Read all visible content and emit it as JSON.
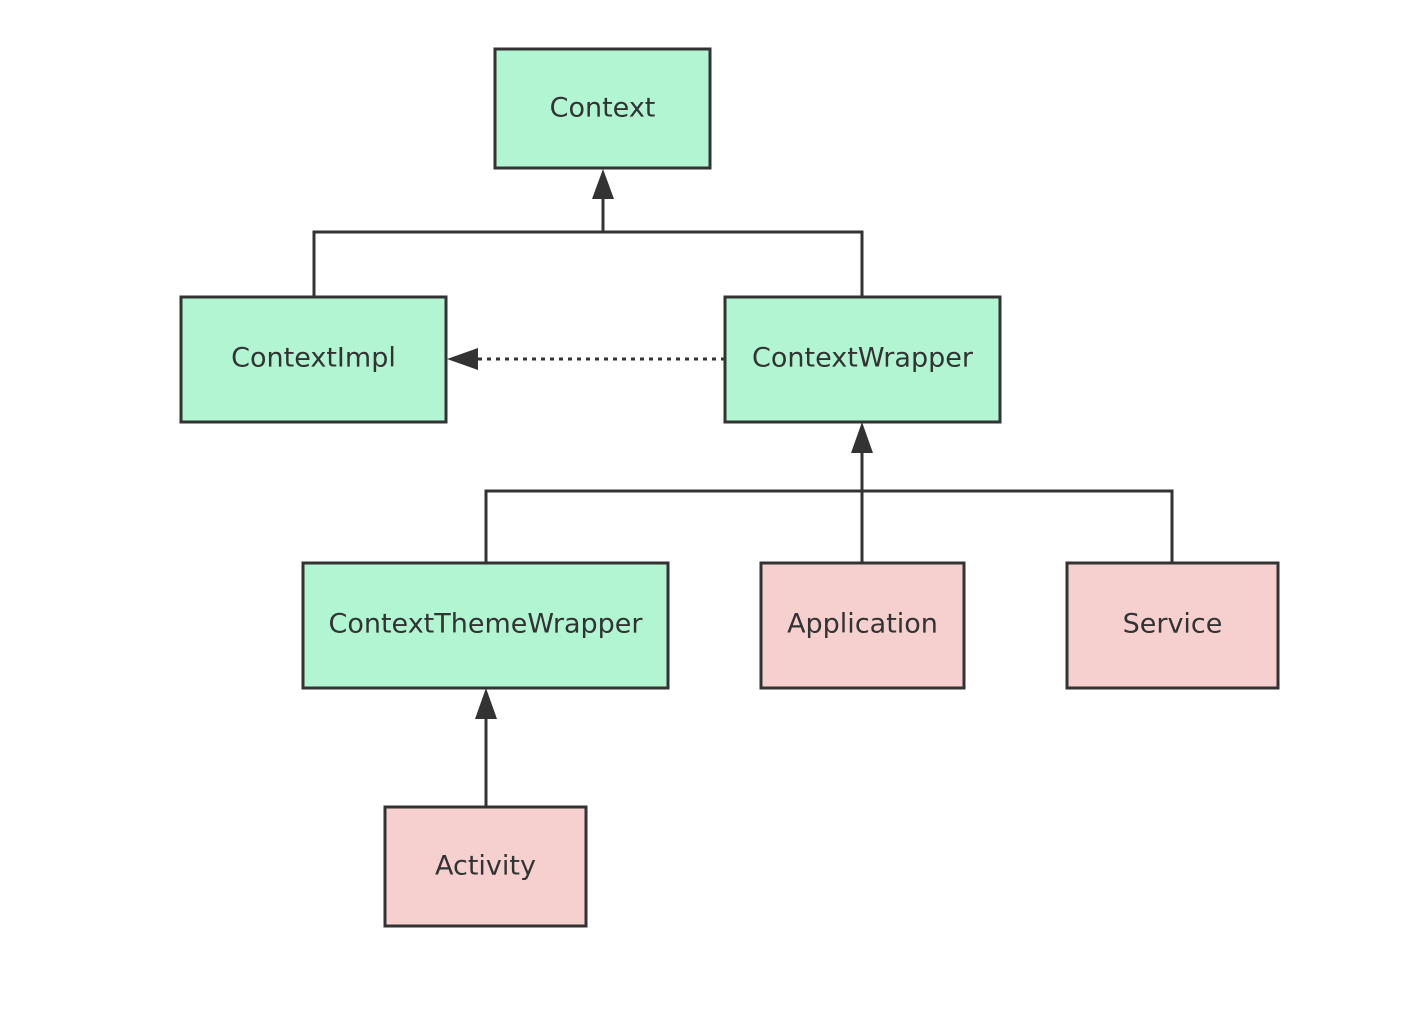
{
  "diagram": {
    "colors": {
      "interface_fill": "#b2f5d3",
      "concrete_fill": "#f5d0cf",
      "stroke": "#333333",
      "text": "#333333",
      "background": "#ffffff"
    },
    "nodes": {
      "context": {
        "label": "Context",
        "kind": "interface"
      },
      "context_impl": {
        "label": "ContextImpl",
        "kind": "interface"
      },
      "context_wrapper": {
        "label": "ContextWrapper",
        "kind": "interface"
      },
      "context_theme_wrapper": {
        "label": "ContextThemeWrapper",
        "kind": "interface"
      },
      "application": {
        "label": "Application",
        "kind": "concrete"
      },
      "service": {
        "label": "Service",
        "kind": "concrete"
      },
      "activity": {
        "label": "Activity",
        "kind": "concrete"
      }
    },
    "edges": [
      {
        "from": "context_impl",
        "to": "context",
        "style": "solid",
        "relation": "inherits"
      },
      {
        "from": "context_wrapper",
        "to": "context",
        "style": "solid",
        "relation": "inherits"
      },
      {
        "from": "context_wrapper",
        "to": "context_impl",
        "style": "dotted",
        "relation": "delegates"
      },
      {
        "from": "context_theme_wrapper",
        "to": "context_wrapper",
        "style": "solid",
        "relation": "inherits"
      },
      {
        "from": "application",
        "to": "context_wrapper",
        "style": "solid",
        "relation": "inherits"
      },
      {
        "from": "service",
        "to": "context_wrapper",
        "style": "solid",
        "relation": "inherits"
      },
      {
        "from": "activity",
        "to": "context_theme_wrapper",
        "style": "solid",
        "relation": "inherits"
      }
    ]
  }
}
